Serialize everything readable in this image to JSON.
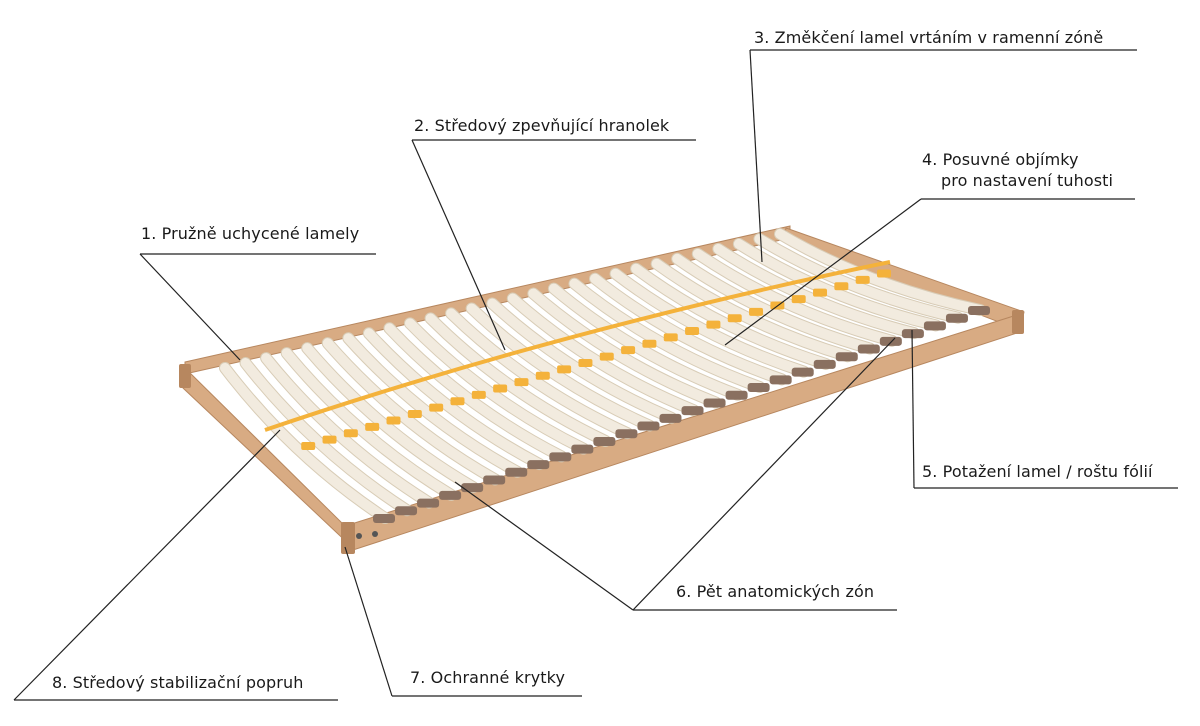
{
  "colors": {
    "background": "#ffffff",
    "frame_wood": "#d8ab83",
    "frame_wood_dark": "#b7875f",
    "slat": "#f2ebdf",
    "slat_edge": "#d8ccb6",
    "holder_brown": "#8a7060",
    "sleeve_yellow": "#f4b23b",
    "leader_line": "#222222"
  },
  "labels": {
    "l1": "1. Pružně uchycené lamely",
    "l2": "2. Středový zpevňující hranolek",
    "l3": "3. Změkčení lamel vrtáním v ramenní zóně",
    "l4a": "4. Posuvné objímky",
    "l4b": "pro nastavení tuhosti",
    "l5": "5. Potažení lamel / roštu fólií",
    "l6": "6. Pět anatomických zón",
    "l7": "7. Ochranné krytky",
    "l8": "8. Středový stabilizační  popruh"
  }
}
